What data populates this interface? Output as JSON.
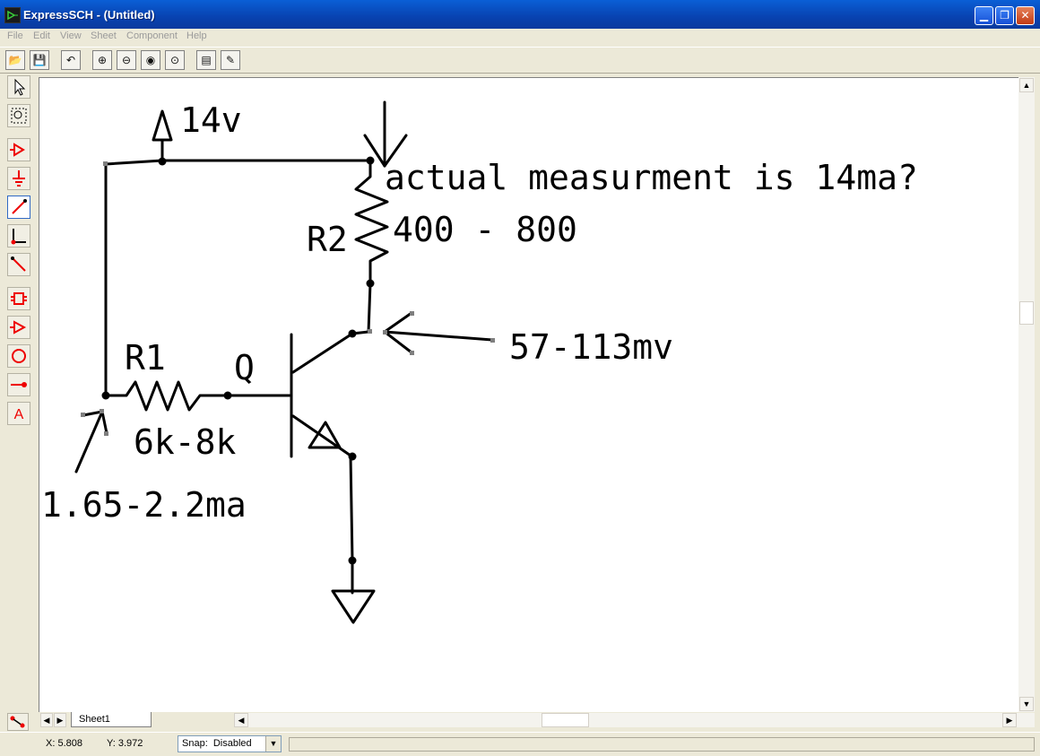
{
  "window": {
    "title": "ExpressSCH - (Untitled)"
  },
  "menu": [
    "File",
    "Edit",
    "View",
    "Sheet",
    "Component",
    "Help"
  ],
  "toolbar": {
    "buttons": [
      {
        "name": "open-folder-icon",
        "glyph": "📂"
      },
      {
        "name": "save-icon",
        "glyph": "💾"
      },
      {
        "name": "undo-icon",
        "glyph": "↶"
      },
      {
        "name": "zoom-in-icon",
        "glyph": "⊕"
      },
      {
        "name": "zoom-out-icon",
        "glyph": "⊖"
      },
      {
        "name": "zoom-fit-icon",
        "glyph": "◉"
      },
      {
        "name": "zoom-area-icon",
        "glyph": "⊙"
      },
      {
        "name": "properties-icon",
        "glyph": "▤"
      },
      {
        "name": "component-wizard-icon",
        "glyph": "✎"
      }
    ]
  },
  "schematic": {
    "texts": {
      "supply": "14v",
      "note": "actual measurment is 14ma?",
      "r2_label": "R2",
      "r2_value": "400 - 800",
      "voltage": "57-113mv",
      "r1_label": "R1",
      "q_label": "Q",
      "r1_value": "6k-8k",
      "current": "1.65-2.2ma"
    }
  },
  "sheet_tabs": [
    "Sheet1"
  ],
  "status": {
    "x": "X: 5.808",
    "y": "Y: 3.972",
    "snap": "Snap:  Disabled"
  }
}
